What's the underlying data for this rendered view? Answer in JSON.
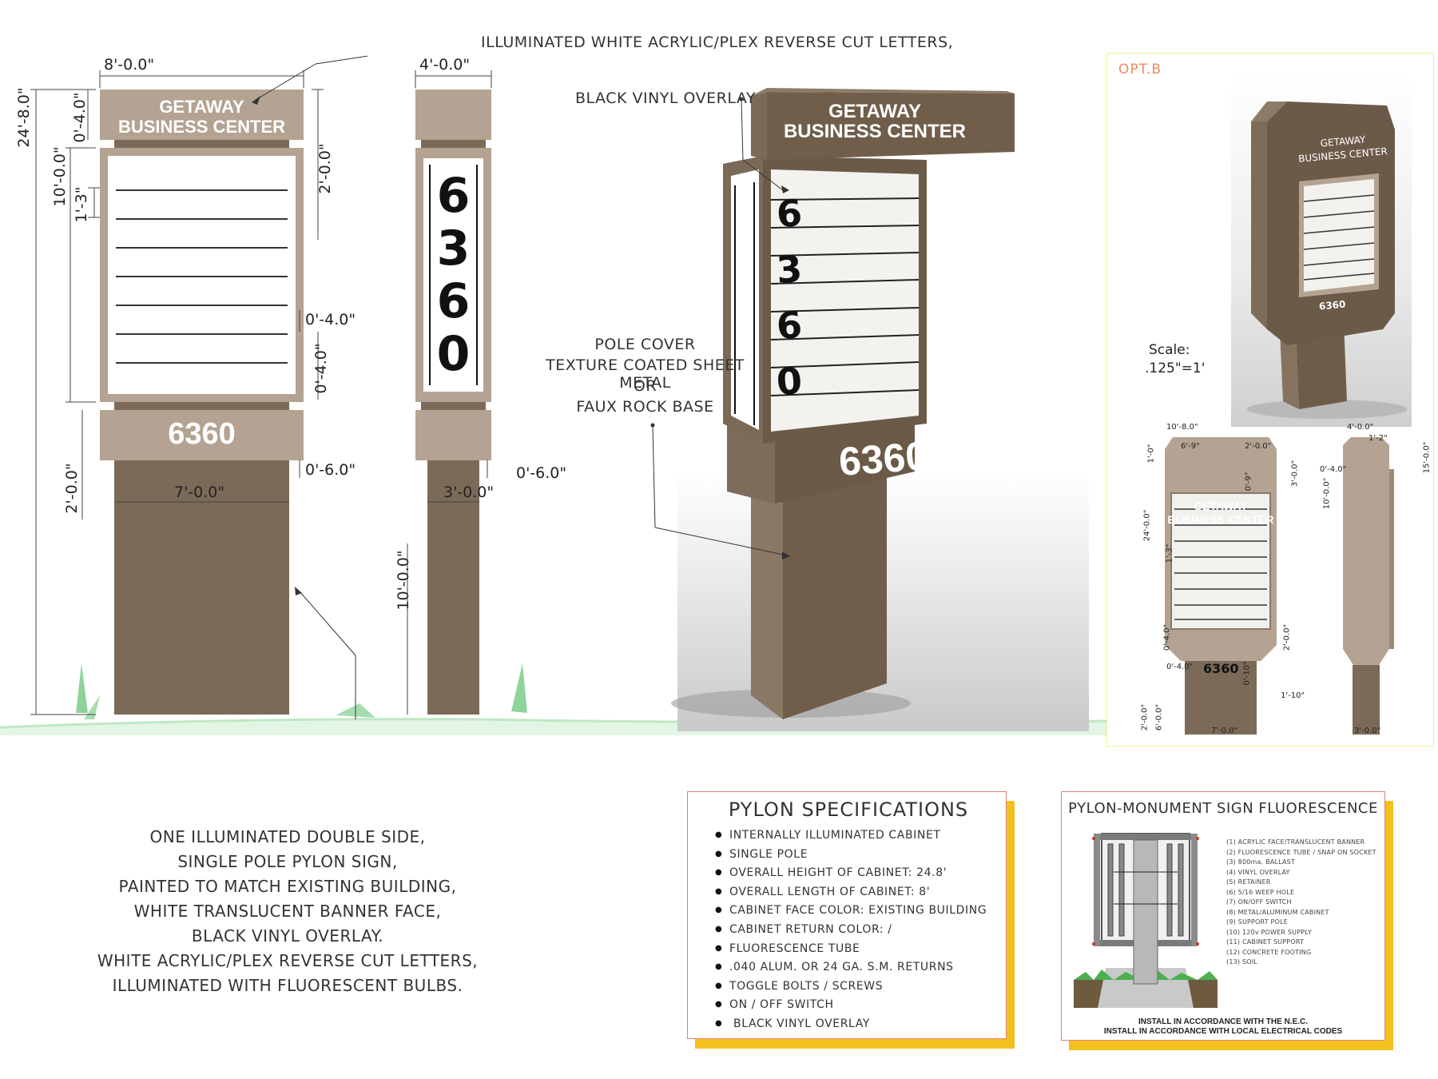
{
  "sign": {
    "title_line1": "GETAWAY",
    "title_line2": "BUSINESS CENTER",
    "number": "6360",
    "side_number_digits": [
      "6",
      "3",
      "6",
      "0"
    ]
  },
  "callouts": {
    "letters": "ILLUMINATED WHITE ACRYLIC/PLEX REVERSE CUT LETTERS,",
    "vinyl": "BLACK VINYL OVERLAY",
    "pole_cover": [
      "POLE COVER",
      "TEXTURE COATED SHEET METAL",
      "OR",
      "FAUX ROCK BASE"
    ],
    "description": [
      "ONE ILLUMINATED DOUBLE SIDE,",
      "SINGLE POLE PYLON SIGN,",
      "PAINTED TO MATCH EXISTING BUILDING,",
      "WHITE TRANSLUCENT BANNER FACE,",
      "BLACK VINYL OVERLAY.",
      "WHITE ACRYLIC/PLEX REVERSE CUT LETTERS,",
      "ILLUMINATED WITH FLUORESCENT BULBS."
    ]
  },
  "dimensions": {
    "front_width": "8'-0.0\"",
    "side_width": "4'-0.0\"",
    "overall_height": "24'-8.0\"",
    "top_band": "0'-4.0\"",
    "cabinet_height": "10'-0.0\"",
    "panel_row": "1'-3\"",
    "header_height": "2'-0.0\"",
    "reveal_a": "0'-4.0\"",
    "reveal_b": "0'-4.0\"",
    "offset_front": "0'-6.0\"",
    "offset_side": "0'-6.0\"",
    "base_band": "2'-0.0\"",
    "pole_front": "7'-0.0\"",
    "pole_side": "3'-0.0\"",
    "pole_height": "10'-0.0\""
  },
  "opt_b": {
    "label": "OPT.B",
    "scale_label": "Scale:",
    "scale_value": ".125\"=1'",
    "title_line1": "GETAWAY",
    "title_line2": "BUSINESS CENTER",
    "number": "6360",
    "dims": {
      "width": "10'-8.0\"",
      "inner": "6'-9\"",
      "side_a": "2'-0.0\"",
      "top_h": "3'-0.0\"",
      "height": "24'-0.0\"",
      "small_a": "1'-0\"",
      "small_b": "0'-9\"",
      "row": "1'-3\"",
      "reveal_v": "0'-4.0\"",
      "reveal_h": "0'-4.0\"",
      "side_b": "2'-0.0\"",
      "base_1": "0'-10\"",
      "base_2": "1'-10\"",
      "pole_h1": "2'-0.0\"",
      "pole_h2": "6'-0.0\"",
      "pole_w": "7'-0.0\"",
      "side_w": "4'-0.0\"",
      "side_top": "1'-2\"",
      "side_h": "15'-0.0\"",
      "side_rev": "0'-4.0\"",
      "side_cab": "10'-0.0\"",
      "side_pole": "3'-0.0\""
    }
  },
  "specifications": {
    "title": "PYLON SPECIFICATIONS",
    "items": [
      "INTERNALLY ILLUMINATED CABINET",
      "SINGLE POLE",
      "OVERALL HEIGHT OF CABINET: 24.8'",
      "OVERALL LENGTH OF CABINET: 8'",
      "CABINET FACE COLOR: EXISTING BUILDING",
      "CABINET RETURN COLOR: /",
      "FLUORESCENCE TUBE",
      ".040 ALUM. OR 24 GA. S.M. RETURNS",
      "TOGGLE BOLTS / SCREWS",
      "ON / OFF SWITCH",
      " BLACK VINYL OVERLAY"
    ]
  },
  "fluorescence": {
    "title": "PYLON-MONUMENT SIGN FLUORESCENCE",
    "legend": [
      "(1)   ACRYLIC FACE/TRANSLUCENT BANNER",
      "(2)   FLUORESCENCE TUBE / SNAP ON SOCKET",
      "(3)   800ma. BALLAST",
      "(4)   VINYL OVERLAY",
      "(5)   RETAINER",
      "(6)   5/16 WEEP HOLE",
      "(7)   ON/OFF SWITCH",
      "(8)   METAL/ALUMINUM CABINET",
      "(9)   SUPPORT POLE",
      "(10)  120v POWER SUPPLY",
      "(11)  CABINET SUPPORT",
      "(12)  CONCRETE FOOTING",
      "(13)  SOIL"
    ],
    "note1": "INSTALL IN ACCORDANCE WITH THE N.E.C.",
    "note2": "INSTALL IN ACCORDANCE WITH LOCAL ELECTRICAL CODES"
  },
  "colors": {
    "tan": "#b4a392",
    "brown": "#7b6a58",
    "dark_brown": "#6b5a48",
    "grass": "#8fd39a",
    "spec_shadow": "#f3c11d"
  }
}
